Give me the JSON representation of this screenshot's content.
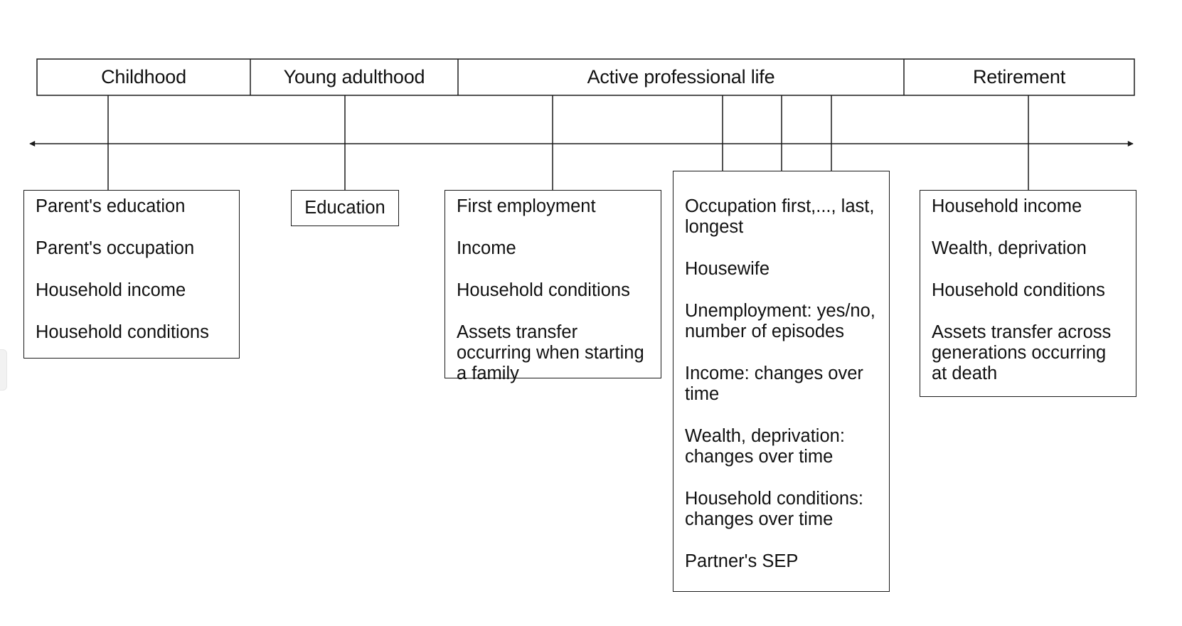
{
  "stages": [
    {
      "id": "childhood",
      "label": "Childhood"
    },
    {
      "id": "young-adulthood",
      "label": "Young adulthood"
    },
    {
      "id": "active-professional-life",
      "label": "Active professional life"
    },
    {
      "id": "retirement",
      "label": "Retirement"
    }
  ],
  "boxes": {
    "childhood": [
      "Parent's education",
      "Parent's occupation",
      "Household income",
      "Household conditions"
    ],
    "young_adulthood": [
      "Education"
    ],
    "first_employment": [
      "First employment",
      "Income",
      "Household conditions",
      "Assets transfer occurring when starting a family"
    ],
    "career": [
      "Occupation first,..., last, longest",
      "Housewife",
      "Unemployment: yes/no, number of episodes",
      "Income: changes over time",
      "Wealth, deprivation: changes over time",
      "Household conditions: changes over time",
      "Partner's SEP"
    ],
    "retirement": [
      "Household income",
      "Wealth, deprivation",
      "Household conditions",
      "Assets transfer across generations occurring at death"
    ]
  }
}
